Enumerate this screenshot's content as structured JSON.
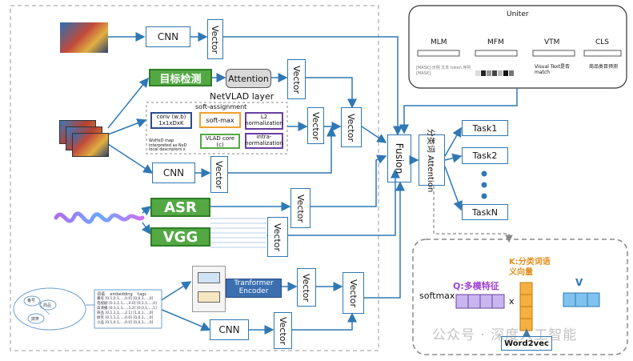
{
  "colors": {
    "arrow": "#2f78b5",
    "green": "#53a844",
    "purple": "#6a3fa0",
    "orange": "#f0a030",
    "dark_blue": "#2b4d8a",
    "mlm_purple": "#c9b6f0",
    "k_orange": "#f6b040",
    "v_blue": "#7fc3ee",
    "encoder_blue": "#3c6fb0"
  },
  "labels": {
    "cnn": "CNN",
    "vector": "Vector",
    "fusion": "Fusion",
    "attention": "Attention",
    "object_detection": "目标检测",
    "asr": "ASR",
    "vgg": "VGG",
    "transformer_encoder": "Tranformer Encoder",
    "attention_cls": "分类词 Attention",
    "tasks": [
      "Task1",
      "Task2",
      "TaskN"
    ],
    "netvlad": {
      "title": "NetVLAD layer",
      "soft_assignment": "soft-assignment",
      "conv": "conv (w,b) 1x1xDxK",
      "softmax": "soft-max",
      "l2": "L2 normalization",
      "intra": "intra- normalization",
      "vlad_core": "VLAD core (c)",
      "wxhxd": "WxHxD map interpreted as NxD local descriptors x"
    },
    "uniter": {
      "title": "Uniter",
      "heads": [
        "MLM",
        "MFM",
        "VTM",
        "CLS"
      ],
      "vtm_desc": "Visual Text是否match",
      "cls_desc": "商品类目预测",
      "mlm_desc": "[MASK] 示例 文本 token 序列 [MASK]"
    },
    "softmax": "softmax",
    "q_label": "Q:多模特征",
    "k_label": "K:分类词语义向量",
    "v_label": "V",
    "x_label": "x",
    "word2vec": "Word2vec",
    "watermark": "公众号 · 深度人工智能",
    "table_headers": [
      "词语",
      "embedding",
      "tags"
    ],
    "table_rows": [
      [
        "番号",
        "[0.1,0.1,...,0.0]",
        "[0,0,1,...,0]"
      ],
      [
        "电视剧",
        "[0.1,1,1,...,0.0]",
        "[0,1,1,...,0]"
      ],
      [
        "高清播",
        "[0.1,1,1,...,1.2]",
        "[0,0,1,...,1]"
      ],
      [
        "商品",
        "[0.1,1,1,...,2.1]",
        "[1,0,1,...,0]"
      ],
      [
        "搞笑",
        "[0.1,1,1,...,0.0]",
        "[0,0,1,...,0]"
      ],
      [
        "小品",
        "[0.1,0.1,...,0.0]",
        "[0,0,1,...,0]"
      ]
    ],
    "graph_nodes": [
      "番号",
      "商品",
      "搞笑"
    ]
  }
}
